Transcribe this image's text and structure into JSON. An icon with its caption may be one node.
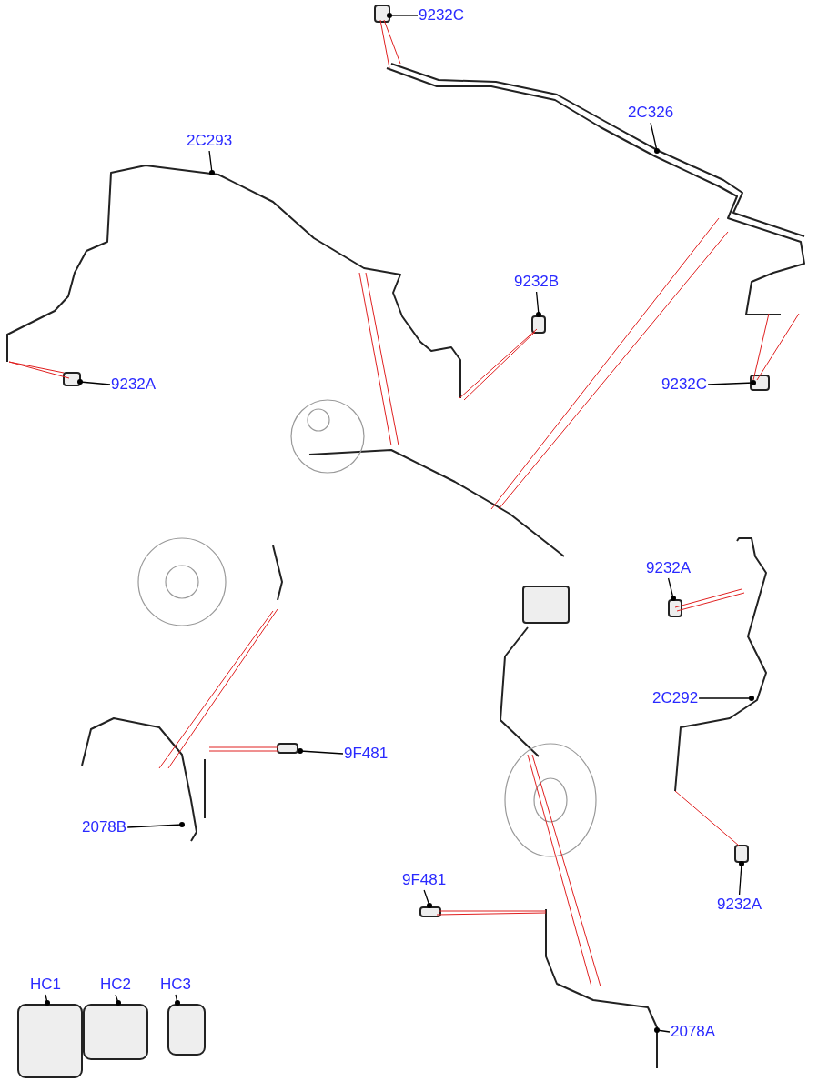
{
  "diagram": {
    "nodes": [
      {
        "text": [
          "9232C"
        ]
      },
      {
        "text": [
          "2C326"
        ]
      },
      {
        "text": [
          "2C293"
        ]
      },
      {
        "text": [
          "9232B"
        ]
      },
      {
        "text": [
          "9232A"
        ]
      },
      {
        "text": [
          "9232C"
        ]
      },
      {
        "text": [
          "9232A"
        ]
      },
      {
        "text": [
          "2C292"
        ]
      },
      {
        "text": [
          "9F481"
        ]
      },
      {
        "text": [
          "2078B"
        ]
      },
      {
        "text": [
          "9232A"
        ]
      },
      {
        "text": [
          "9F481"
        ]
      },
      {
        "text": [
          "HC1"
        ]
      },
      {
        "text": [
          "HC2"
        ]
      },
      {
        "text": [
          "HC3"
        ]
      },
      {
        "text": [
          "2078A"
        ]
      }
    ],
    "edges": [
      {
        "from": 0,
        "to": null,
        "arrow": "other"
      },
      {
        "from": 1,
        "to": null,
        "arrow": "other"
      },
      {
        "from": 2,
        "to": null,
        "arrow": "other"
      },
      {
        "from": 3,
        "to": null,
        "arrow": "other"
      },
      {
        "from": 4,
        "to": null,
        "arrow": "other"
      },
      {
        "from": 5,
        "to": null,
        "arrow": "other"
      },
      {
        "from": 6,
        "to": null,
        "arrow": "other"
      },
      {
        "from": 7,
        "to": null,
        "arrow": "other"
      },
      {
        "from": 8,
        "to": null,
        "arrow": "other"
      },
      {
        "from": 9,
        "to": null,
        "arrow": "other"
      },
      {
        "from": 10,
        "to": null,
        "arrow": "other"
      },
      {
        "from": 11,
        "to": null,
        "arrow": "other"
      },
      {
        "from": 12,
        "to": null,
        "arrow": "other"
      },
      {
        "from": 13,
        "to": null,
        "arrow": "other"
      },
      {
        "from": 14,
        "to": null,
        "arrow": "other"
      },
      {
        "from": 15,
        "to": null,
        "arrow": "other"
      }
    ]
  }
}
